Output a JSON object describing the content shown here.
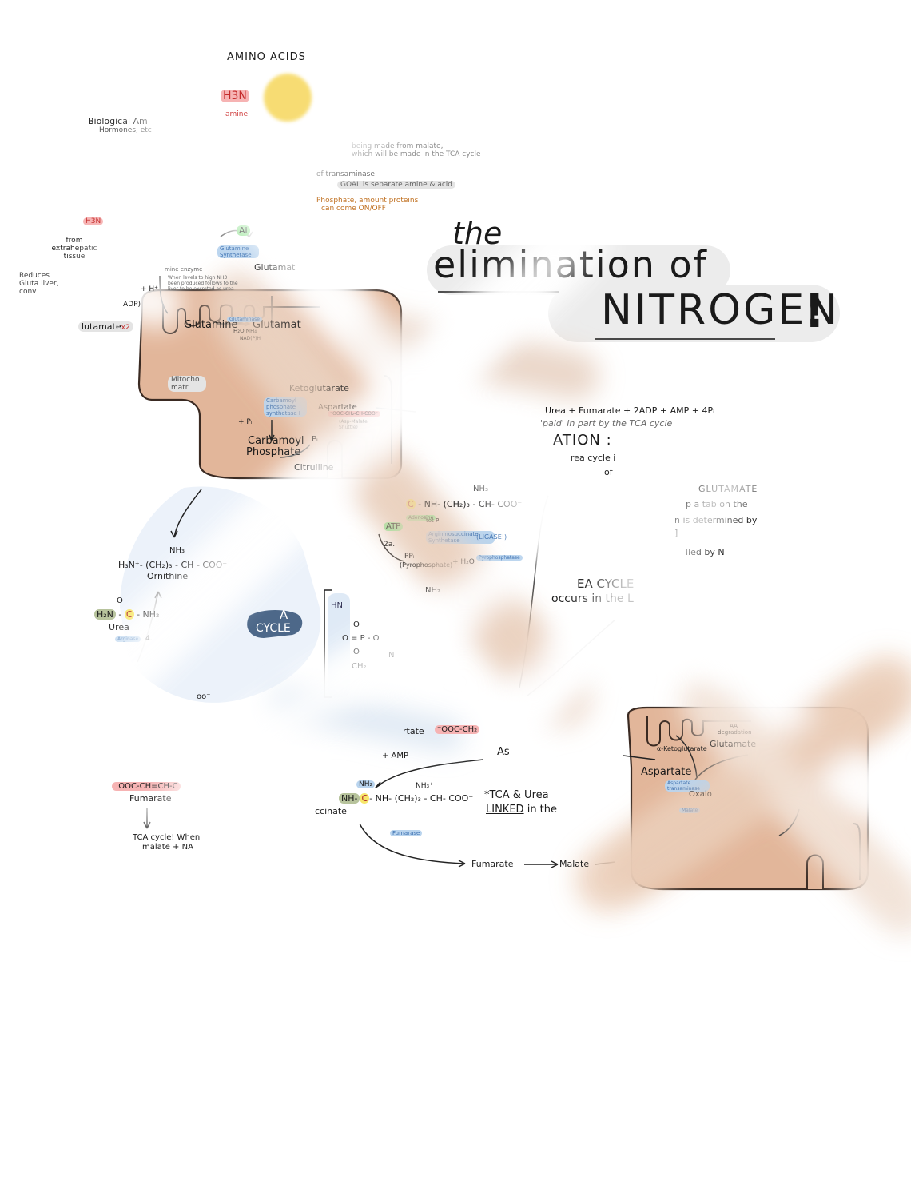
{
  "title": {
    "the": "the",
    "line1": "elimination of",
    "line2": "NITROGEN",
    "exclaim": "!"
  },
  "amino_acids": {
    "heading": "AMINO ACIDS",
    "h3n": "H3N",
    "amine": "amine",
    "bio": "Biological Am",
    "hormones": "Hormones, etc"
  },
  "notes_top": {
    "made": "being made from malate,",
    "tca": "which will be made in the TCA cycle",
    "transaminase": "of transaminase",
    "goal": "GOAL is separate amine & acid",
    "phosphate": "Phosphate, amount proteins",
    "onoff": "can come ON/OFF"
  },
  "left_notes": {
    "h3n_small": "H3N",
    "extrahepatic": "from extrahepatic tissue",
    "reduces": "Reduces Gluta liver, conv",
    "h_plus": "+ H⁺",
    "adp": "ADP)",
    "glutamate_x2": "lutamate",
    "x2": "x2",
    "mito": "Mitocho matr"
  },
  "mito1": {
    "al": "Al",
    "glutamine_syn": "Glutamine Synthetase",
    "glutamate_top": "Glutamat",
    "enzyme": "mine enzyme",
    "note": "When levels to high NH3 been produced follows to the liver to be excreted as urea",
    "glutamine": "Glutamine",
    "glutamate": "Glutamat",
    "glutaminase": "Glutaminase",
    "h2o_nh4": "H₂O NH₄",
    "nad": "NAD(P)H",
    "ketoglutarate": "Ketoglutarate",
    "carb_syn": "Carbamoyl phosphate synthetase I",
    "aspartate": "Aspartate",
    "asp_formula": "⁻OOC-CH₂-CH-COO⁻",
    "asp_note": "(Asp-Malate Shuttle)",
    "pi_small": "+ Pᵢ",
    "carbamoyl": "Carbamoyl",
    "phosphate": "Phosphate",
    "pi": "Pᵢ",
    "citrulline": "Citrulline"
  },
  "equation": {
    "line1": "Urea + Fumarate + 2ADP + AMP + 4Pᵢ",
    "line2": "'paid' in part by the TCA cycle",
    "regulation": "ATION :",
    "rc1": "rea cycle i",
    "rc2": "of",
    "glutamate_caps": "GLUTAMATE",
    "tab": "p a tab on the",
    "determined": "n is determined by",
    "bracket": "]",
    "controlled": "lled by N",
    "urea_cycle": "EA CYCLE",
    "occurs": "occurs in the L"
  },
  "center_molecule": {
    "nh3": "NH₃",
    "formula": "C- NH- (CH₂)₃ - CH- COO⁻",
    "atp": "ATP",
    "adenosine": "Adenosine",
    "tp": "tot P",
    "argsyn": "Argininosuccinate Synthetase",
    "ligase": "(LIGASE!)",
    "step2a": "2a.",
    "ppi": "PPᵢ",
    "pyro": "(Pyrophosphate)",
    "h2o": "+ H₂O",
    "pyrophosphatase": "Pyrophosphatase",
    "nh2": "NH₂"
  },
  "left_cycle": {
    "nh3": "NH₃",
    "ornithine_formula": "H₃N⁺- (CH₂)₃ - CH - COO⁻",
    "ornithine": "Ornithine",
    "o": "O",
    "urea_formula_h2n": "H₂N",
    "urea_formula_c": "C",
    "urea_formula_nh2": "NH₂",
    "urea": "Urea",
    "arginase": "Arginase",
    "step4": "4.",
    "cycle_label1": "A",
    "cycle_label2": "CYCLE",
    "coo": "oo⁻"
  },
  "phosphate_struct": {
    "hn": "HN",
    "o1": "O",
    "p": "O = P - O⁻",
    "o2": "O",
    "ch2": "CH₂",
    "n": "N"
  },
  "bottom": {
    "asp_label": "rtate",
    "asp_formula": "⁻OOC-CH₂",
    "amp": "+ AMP",
    "asp_short": "As",
    "fum_formula": "⁻OOC-CH=CH-C",
    "fumarate": "Fumarate",
    "tca_note1": "TCA cycle! When",
    "tca_note2": "malate + NA",
    "nh2": "NH₂",
    "nh_c": "NH-",
    "c": "C",
    "chain": "- NH- (CH₂)₃ - CH- COO⁻",
    "nh3plus": "NH₃⁺",
    "succinate": "ccinate",
    "fumarase": "Fumarase",
    "tca_linked1": "*TCA & Urea",
    "tca_linked2": "LINKED",
    "tca_linked3": "in the",
    "fumarate2": "Fumarate",
    "malate": "Malate"
  },
  "mito2": {
    "aa_deg": "AA degradation",
    "glutamate": "Glutamate",
    "ketoglut": "α-Ketoglutarate",
    "aspartate": "Aspartate",
    "transam": "Aspartate transaminase",
    "oxalo": "Oxalo",
    "malate_dh": "Malate"
  },
  "colors": {
    "mito_fill": "#e2b69a",
    "mito_stroke": "#3a2a22",
    "blue_hl": "#b9d4ee",
    "red_hl": "#f6b3b3",
    "green_hl": "#9be59b",
    "yellow_hl": "#f7e66a",
    "gray_hl": "#e4e4e4"
  }
}
